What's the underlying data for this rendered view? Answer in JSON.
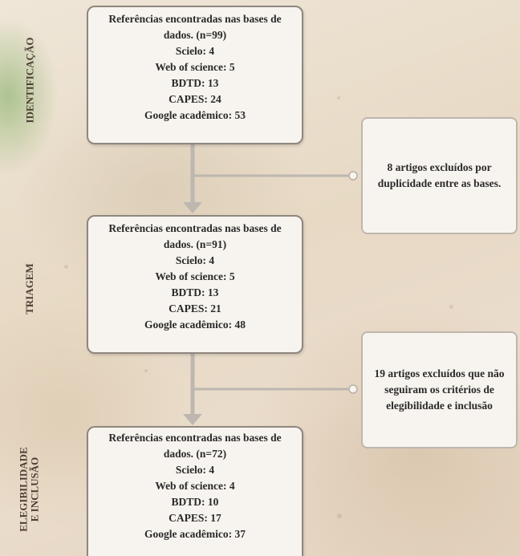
{
  "stages": [
    "IDENTIFICAÇÃO",
    "TRIAGEM",
    "ELEGIBILIDADE\nE INCLUSÃO"
  ],
  "boxes": [
    {
      "heading": "Referências encontradas nas bases de",
      "count": "dados. (n=99)",
      "lines": [
        "Scielo: 4",
        "Web of science: 5",
        "BDTD: 13",
        "CAPES: 24",
        "Google acadêmico: 53"
      ]
    },
    {
      "heading": "Referências encontradas nas bases de",
      "count": "dados. (n=91)",
      "lines": [
        "Scielo: 4",
        "Web of science: 5",
        "BDTD: 13",
        "CAPES: 21",
        "Google acadêmico: 48"
      ]
    },
    {
      "heading": "Referências encontradas nas bases de",
      "count": "dados. (n=72)",
      "lines": [
        "Scielo: 4",
        "Web of science: 4",
        "BDTD: 10",
        "CAPES: 17",
        "Google acadêmico: 37"
      ]
    }
  ],
  "exclusions": [
    "8 artigos excluídos por duplicidade entre as bases.",
    "19 artigos excluídos que não seguiram os critérios de elegibilidade e inclusão"
  ],
  "colors": {
    "box_border": "#8e877f",
    "connector": "#bdb7b0",
    "stage_text": "#4d3e34"
  }
}
